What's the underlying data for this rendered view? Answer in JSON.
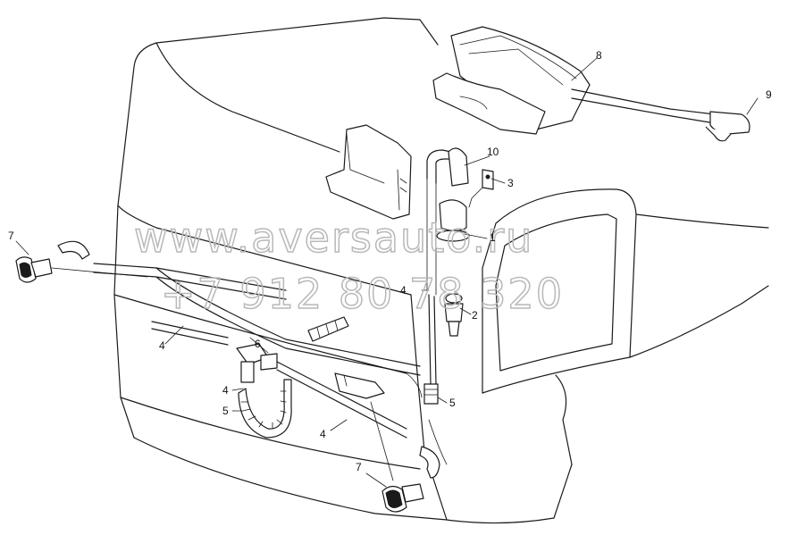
{
  "callouts": {
    "c1": "1",
    "c2": "2",
    "c3": "3",
    "c4a": "4",
    "c4b": "4",
    "c4c": "4",
    "c4d": "4",
    "c5a": "5",
    "c5b": "5",
    "c6": "6",
    "c7a": "7",
    "c7b": "7",
    "c8": "8",
    "c9": "9",
    "c10": "10"
  },
  "watermark": {
    "site": "www.aversauto.ru",
    "phone": "+7 912 80 78 320"
  }
}
